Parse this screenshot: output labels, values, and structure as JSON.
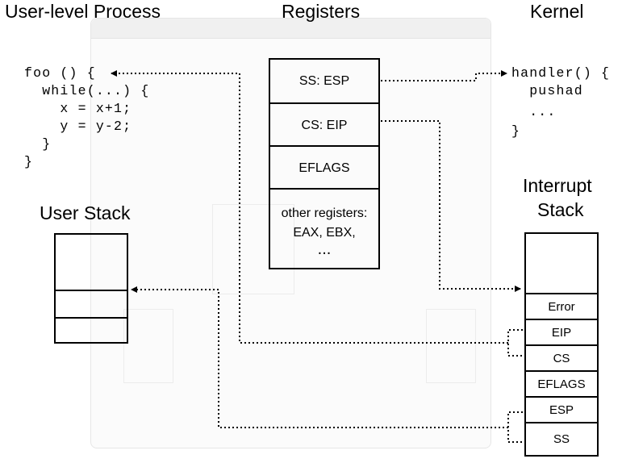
{
  "headings": {
    "user_process": "User-level Process",
    "registers": "Registers",
    "kernel": "Kernel",
    "user_stack": "User Stack",
    "interrupt_stack_line1": "Interrupt",
    "interrupt_stack_line2": "Stack"
  },
  "user_code": {
    "line1": "foo () {",
    "line2": "  while(...) {",
    "line3": "    x = x+1;",
    "line4": "    y = y-2;",
    "line5": "  }",
    "line6": "}"
  },
  "kernel_code": {
    "line1": "handler() {",
    "line2": "  pushad",
    "line3": "  ...",
    "line4": "}"
  },
  "registers": {
    "ss_esp": "SS: ESP",
    "cs_eip": "CS: EIP",
    "eflags": "EFLAGS",
    "other_line1": "other registers:",
    "other_line2": "EAX, EBX,",
    "other_line3": "..."
  },
  "interrupt_stack": {
    "error": "Error",
    "eip": "EIP",
    "cs": "CS",
    "eflags": "EFLAGS",
    "esp": "ESP",
    "ss": "SS"
  },
  "colors": {
    "ink": "#000000",
    "ghost": "#e2e2e2"
  }
}
